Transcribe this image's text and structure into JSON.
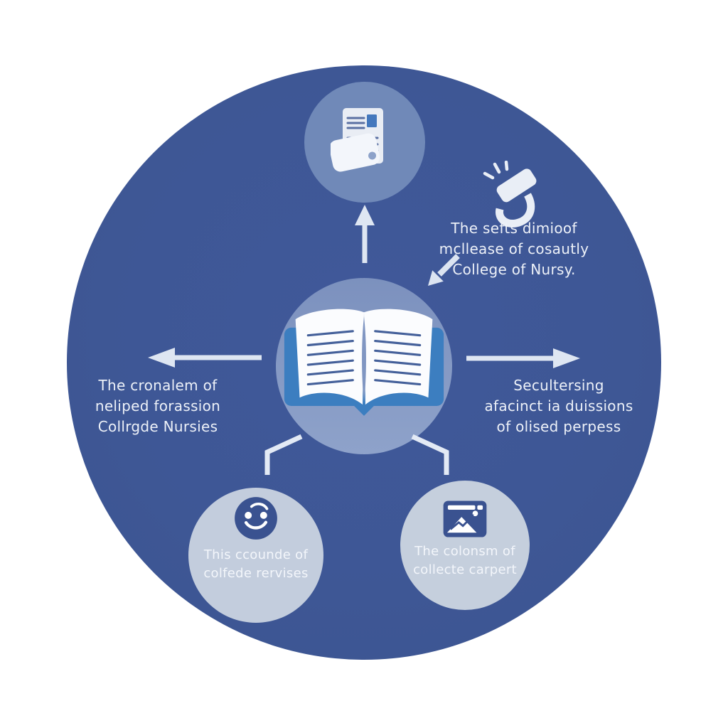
{
  "diagram": {
    "type": "hub-and-spoke infographic",
    "background": "#FFFFFF",
    "colors": {
      "main_circle": "#3E5795",
      "top_node_circle": "#7089B8",
      "center_circle_top": "#7C91BE",
      "center_circle_bottom": "#8EA2CA",
      "bottom_left_circle": "#C3CDDD",
      "bottom_right_circle": "#C5CFDD",
      "icon_dark_blue": "#3A5290",
      "book_cover_blue": "#3C7EC0",
      "page_line_blue": "#44609A",
      "arrow_light": "#DEE6F2",
      "text_light": "#EDF1F8"
    },
    "center_node": {
      "icon": "open-book-icon"
    },
    "top_node": {
      "icon": "document-output-icon"
    },
    "announcement": {
      "icon": "megaphone-icon"
    },
    "notes": {
      "top_right": {
        "line1": "The sefts dimioof",
        "line2": "mcllease of cosautly",
        "line3": "College of Nursy."
      },
      "left": {
        "line1": "The cronalem of",
        "line2": "neliped forassion",
        "line3": "Collrgde Nursies"
      },
      "right": {
        "line1": "Secultersing",
        "line2": "afacinct ia duissions",
        "line3": "of olised perpess"
      },
      "bottom_left": {
        "icon": "smiley-face-icon",
        "line1": "This ccounde of",
        "line2": "colfede rervises"
      },
      "bottom_right": {
        "icon": "chart-image-icon",
        "line1": "The colonsm of",
        "line2": "collecte carpert"
      }
    }
  }
}
